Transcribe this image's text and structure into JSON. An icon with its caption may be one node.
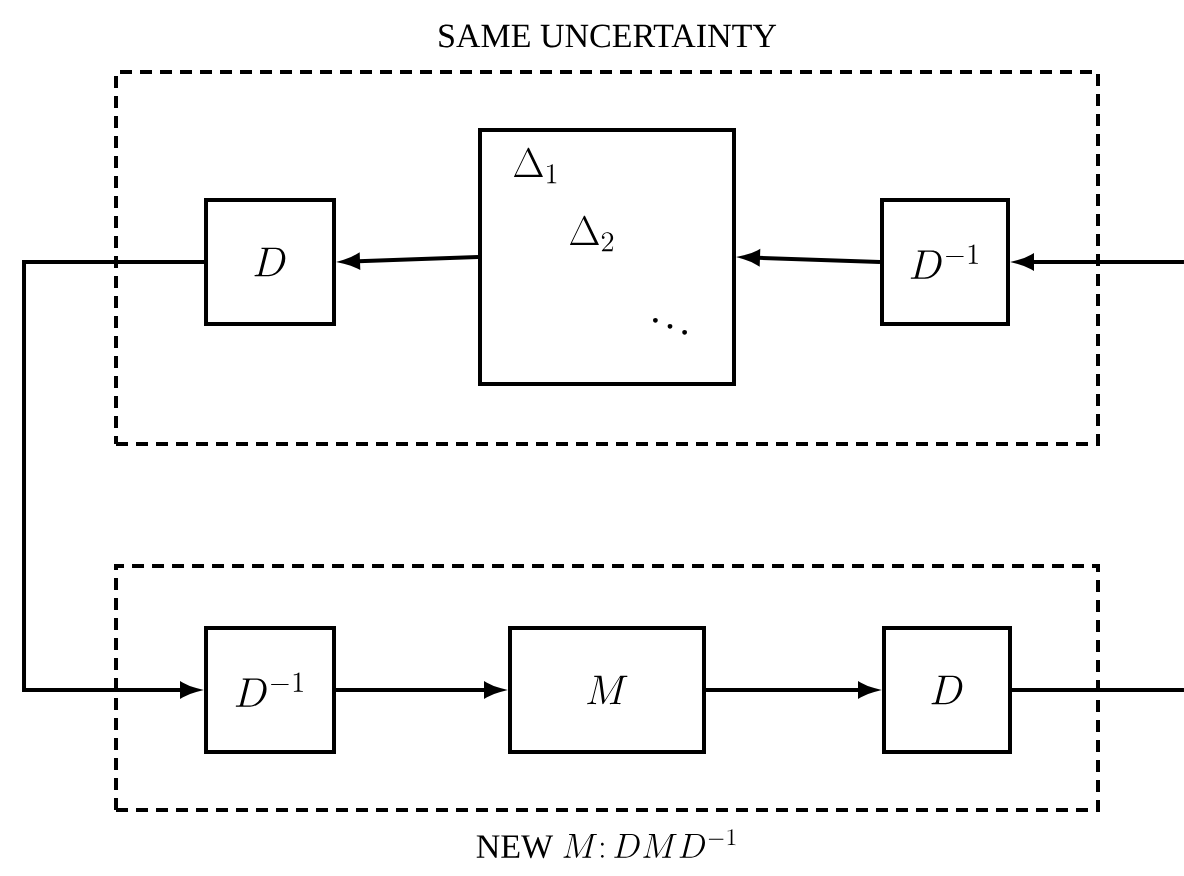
{
  "diagram": {
    "nodes": [
      {
        "text": [
          "SAME UNCERTAINTY"
        ]
      },
      {
        "text": [
          "D"
        ],
        "in": 0
      },
      {
        "text": [
          "\\Delta_1",
          "\\Delta_2",
          "\\ddots"
        ],
        "in": 0
      },
      {
        "text": [
          "D^{-1}"
        ],
        "in": 0
      },
      {
        "text": [
          "\\mbox{NEW }M\\colon DMD^{-1}"
        ]
      },
      {
        "text": [
          "D^{-1}"
        ],
        "in": 4
      },
      {
        "text": [
          "M"
        ],
        "in": 4
      },
      {
        "text": [
          "D"
        ],
        "in": 4
      }
    ],
    "edges": [
      {
        "from": null,
        "to": 3,
        "arrow": "to"
      },
      {
        "from": 3,
        "to": 2,
        "arrow": "to"
      },
      {
        "from": 2,
        "to": 1,
        "arrow": "to"
      },
      {
        "from": 1,
        "to": 5,
        "arrow": "to"
      },
      {
        "from": 5,
        "to": 6,
        "arrow": "to"
      },
      {
        "from": 6,
        "to": 7,
        "arrow": "to"
      },
      {
        "from": 7,
        "to": null,
        "arrow": "none"
      }
    ]
  }
}
